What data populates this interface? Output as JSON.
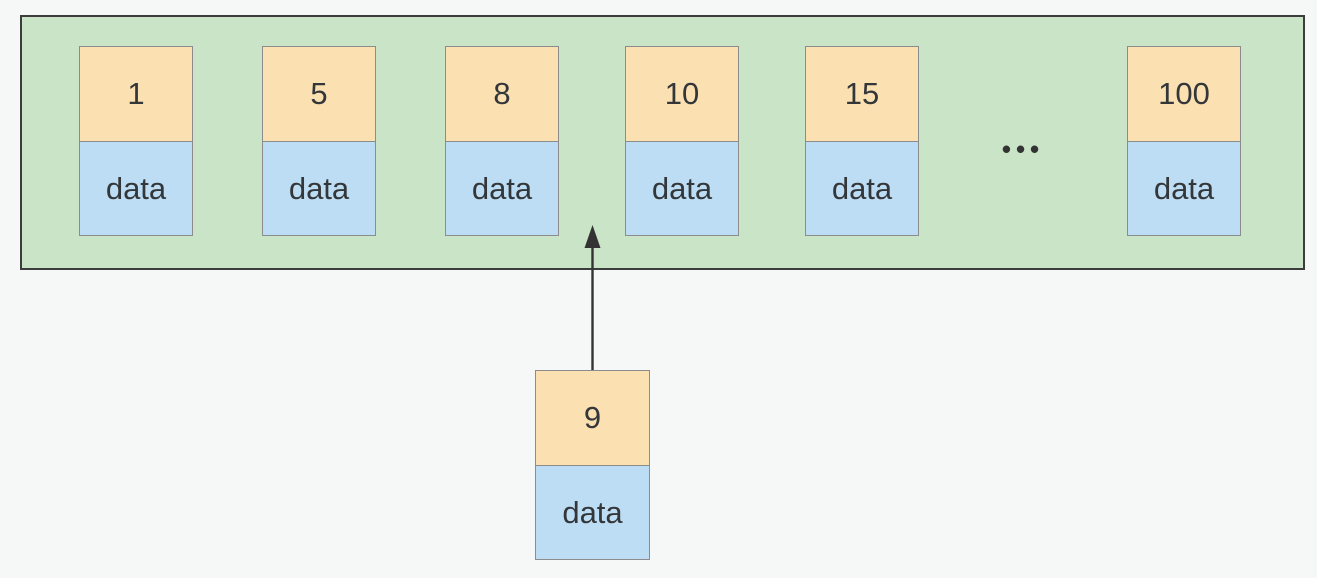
{
  "diagram": {
    "name": "sorted-list-insertion",
    "colors": {
      "container_fill": "#cae4c7",
      "container_border": "#3c3c3c",
      "key_fill": "#fbe0b2",
      "data_fill": "#bdddf5",
      "cell_border": "#8c8c8c",
      "arrow": "#333333",
      "text": "#33373a",
      "page_bg": "#f6f7f7"
    },
    "list_cells": [
      {
        "key": "1",
        "value": "data"
      },
      {
        "key": "5",
        "value": "data"
      },
      {
        "key": "8",
        "value": "data"
      },
      {
        "key": "10",
        "value": "data"
      },
      {
        "key": "15",
        "value": "data"
      },
      {
        "key": "100",
        "value": "data"
      }
    ],
    "ellipsis": "•••",
    "insert_cell": {
      "key": "9",
      "value": "data"
    }
  }
}
